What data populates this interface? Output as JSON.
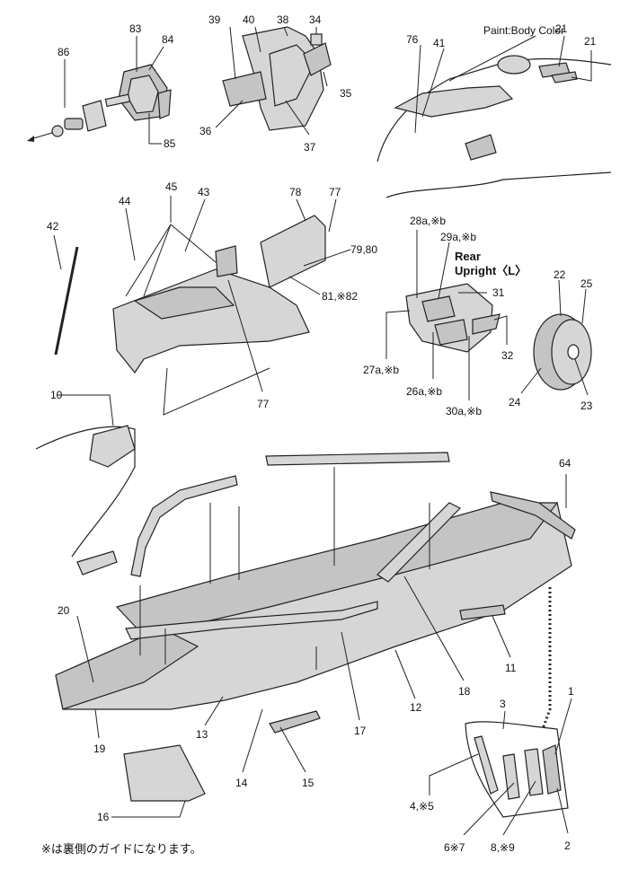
{
  "callouts": [
    {
      "id": "c86",
      "text": "86"
    },
    {
      "id": "c83",
      "text": "83"
    },
    {
      "id": "c84",
      "text": "84"
    },
    {
      "id": "c85",
      "text": "85"
    },
    {
      "id": "c39",
      "text": "39"
    },
    {
      "id": "c40",
      "text": "40"
    },
    {
      "id": "c38",
      "text": "38"
    },
    {
      "id": "c34",
      "text": "34"
    },
    {
      "id": "c35",
      "text": "35"
    },
    {
      "id": "c36",
      "text": "36"
    },
    {
      "id": "c37",
      "text": "37"
    },
    {
      "id": "c76",
      "text": "76"
    },
    {
      "id": "c41",
      "text": "41"
    },
    {
      "id": "c21a",
      "text": "21"
    },
    {
      "id": "c21b",
      "text": "21"
    },
    {
      "id": "c45",
      "text": "45"
    },
    {
      "id": "c44",
      "text": "44"
    },
    {
      "id": "c43",
      "text": "43"
    },
    {
      "id": "c42",
      "text": "42"
    },
    {
      "id": "c78",
      "text": "78"
    },
    {
      "id": "c77a",
      "text": "77"
    },
    {
      "id": "c7980",
      "text": "79,80"
    },
    {
      "id": "c8182",
      "text": "81,※82"
    },
    {
      "id": "c77b",
      "text": "77"
    },
    {
      "id": "c28",
      "text": "28a,※b"
    },
    {
      "id": "c29",
      "text": "29a,※b"
    },
    {
      "id": "c31",
      "text": "31"
    },
    {
      "id": "c32",
      "text": "32"
    },
    {
      "id": "c27",
      "text": "27a,※b"
    },
    {
      "id": "c26",
      "text": "26a,※b"
    },
    {
      "id": "c30",
      "text": "30a,※b"
    },
    {
      "id": "c22",
      "text": "22"
    },
    {
      "id": "c25",
      "text": "25"
    },
    {
      "id": "c24",
      "text": "24"
    },
    {
      "id": "c23",
      "text": "23"
    },
    {
      "id": "c10",
      "text": "10"
    },
    {
      "id": "c64",
      "text": "64"
    },
    {
      "id": "c20",
      "text": "20"
    },
    {
      "id": "c19",
      "text": "19"
    },
    {
      "id": "c13",
      "text": "13"
    },
    {
      "id": "c14",
      "text": "14"
    },
    {
      "id": "c15",
      "text": "15"
    },
    {
      "id": "c17",
      "text": "17"
    },
    {
      "id": "c12",
      "text": "12"
    },
    {
      "id": "c18",
      "text": "18"
    },
    {
      "id": "c11",
      "text": "11"
    },
    {
      "id": "c16",
      "text": "16"
    },
    {
      "id": "c3",
      "text": "3"
    },
    {
      "id": "c1",
      "text": "1"
    },
    {
      "id": "c45b",
      "text": "4,※5"
    },
    {
      "id": "c67",
      "text": "6※7"
    },
    {
      "id": "c89",
      "text": "8,※9"
    },
    {
      "id": "c2",
      "text": "2"
    }
  ],
  "paint_note": "Paint:Body Color",
  "rear_upright_line1": "Rear",
  "rear_upright_line2": "Upright〈L〉",
  "footnote": "※は裏側のガイドになります。"
}
